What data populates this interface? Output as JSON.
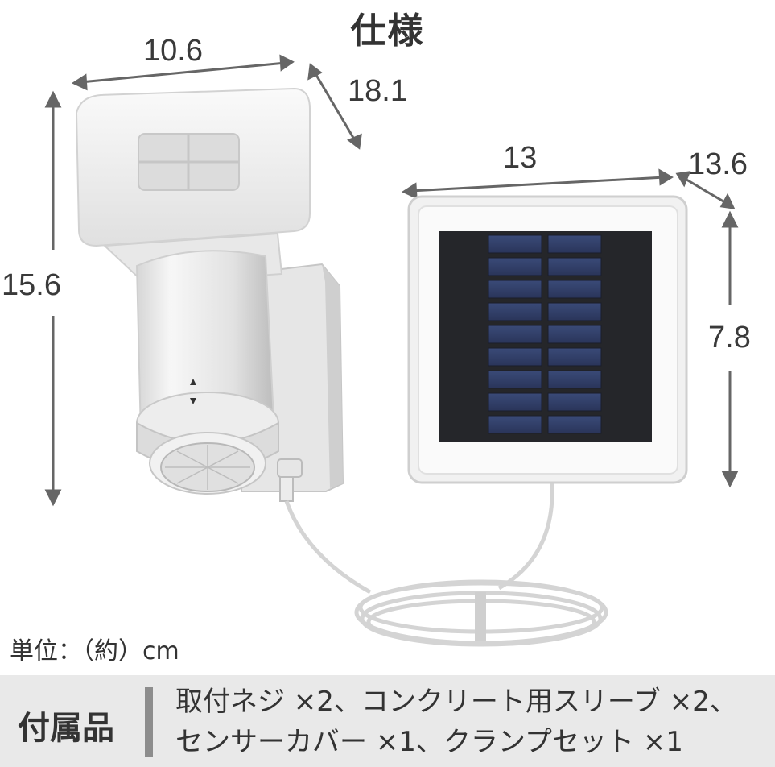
{
  "title": "仕様",
  "dimensions": {
    "light_width": "10.6",
    "light_depth": "18.1",
    "light_height": "15.6",
    "panel_width": "13",
    "panel_depth": "13.6",
    "panel_height": "7.8"
  },
  "unit_note": "単位：（約）cm",
  "accessories": {
    "label": "付属品",
    "line1": "取付ネジ ×2、コンクリート用スリーブ ×2、",
    "line2": "センサーカバー ×1、クランプセット ×1"
  },
  "colors": {
    "accent_bar": "#8d8d8d",
    "footer_bg": "#e9e9e9"
  }
}
